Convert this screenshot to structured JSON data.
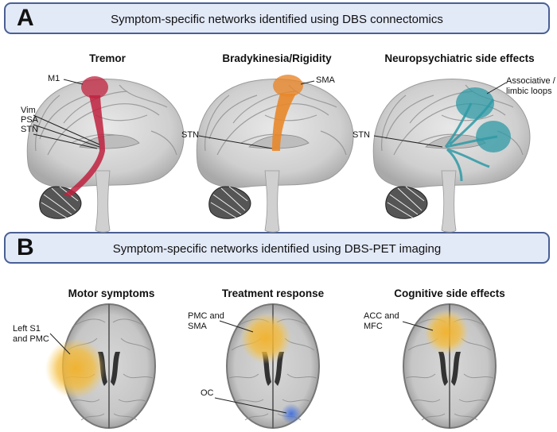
{
  "panel_a": {
    "letter": "A",
    "title": "Symptom-specific networks identified using DBS connectomics",
    "panels": [
      {
        "title": "Tremor",
        "labels": [
          "M1",
          "Vim",
          "PSA",
          "STN"
        ]
      },
      {
        "title": "Bradykinesia/Rigidity",
        "labels": [
          "SMA",
          "STN"
        ]
      },
      {
        "title": "Neuropsychiatric side effects",
        "labels": [
          "Associative /",
          "limbic loops",
          "STN"
        ]
      }
    ]
  },
  "panel_b": {
    "letter": "B",
    "title": "Symptom-specific networks identified using DBS-PET imaging",
    "panels": [
      {
        "title": "Motor symptoms",
        "labels": [
          "Left S1",
          "and PMC"
        ]
      },
      {
        "title": "Treatment response",
        "labels": [
          "PMC and",
          "SMA",
          "OC"
        ]
      },
      {
        "title": "Cognitive side effects",
        "labels": [
          "ACC and",
          "MFC"
        ]
      }
    ]
  },
  "colors": {
    "banner_fill": "#e2e9f7",
    "banner_border": "#4a5f93",
    "tremor_tract": "#c0213e",
    "bradykinesia_tract": "#e8872a",
    "neuropsych_tract": "#2e9aa6",
    "pet_activation": "#f2b12a",
    "pet_deactivation": "#3f6fe0"
  }
}
